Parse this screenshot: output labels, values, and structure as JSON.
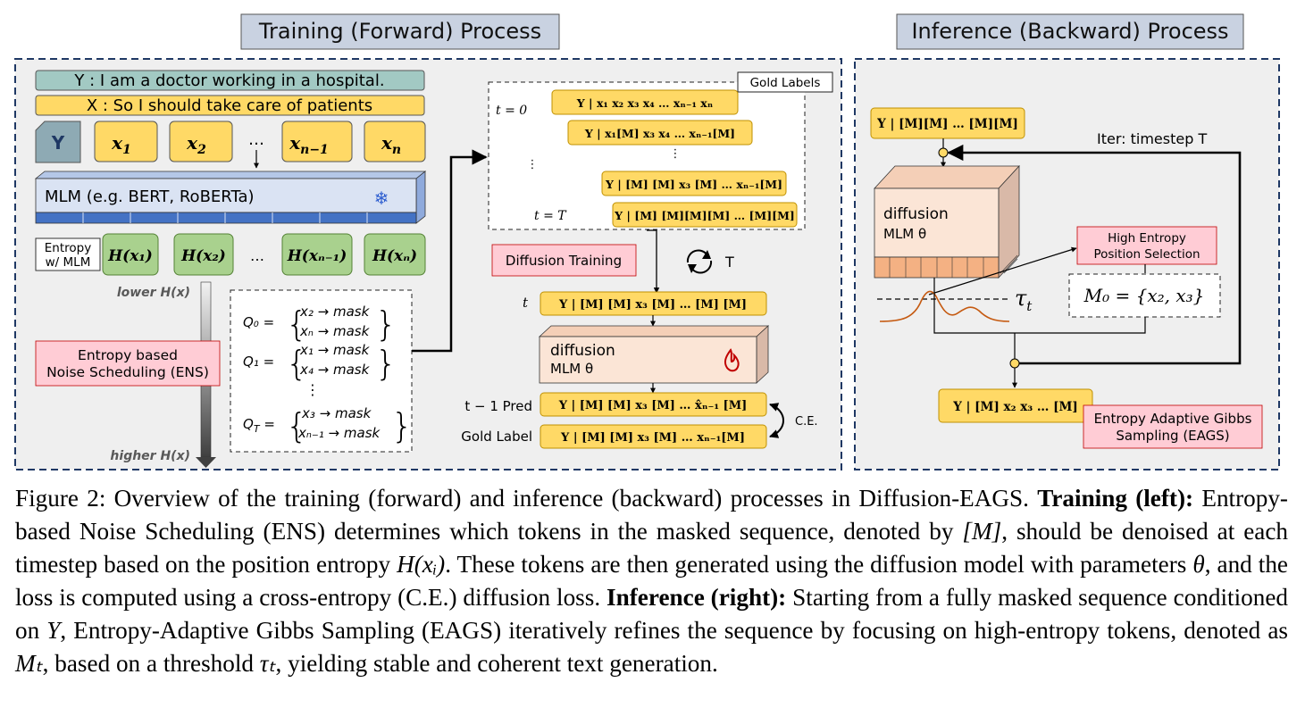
{
  "colors": {
    "panel_bg": "#efefef",
    "title_bg": "#c9d2e1",
    "yellow": "#ffd966",
    "yellow_stroke": "#bf9000",
    "teal": "#a2c9c3",
    "green": "#a9d18e",
    "green_stroke": "#548235",
    "pink": "#ffccd5",
    "pink_stroke": "#c00000",
    "mlm_blue": "#dae3f3",
    "mlm_dark": "#4472c4",
    "diffusion_peach": "#fbe5d6",
    "diffusion_side": "#d9b9a8",
    "curve": "#c55a11",
    "dark": "#1f3864"
  },
  "training": {
    "title": "Training (Forward) Process",
    "sentence_y": "Y : I am a doctor working in a hospital.",
    "sentence_x": "X : So I should take care of patients",
    "token_y": "Y",
    "tokens": [
      {
        "base": "x",
        "sub": "1"
      },
      {
        "base": "x",
        "sub": "2"
      },
      {
        "base": "x",
        "sub": "n−1"
      },
      {
        "base": "x",
        "sub": "n"
      }
    ],
    "dots": "…",
    "mlm_label": "MLM (e.g. BERT, RoBERTa)",
    "snowflake": "❄",
    "entropy_label_1": "Entropy",
    "entropy_label_2": "w/ MLM",
    "entropies": [
      "H(x₁)",
      "H(x₂)",
      "H(xₙ₋₁)",
      "H(xₙ)"
    ],
    "lower": "lower H(x)",
    "higher": "higher H(x)",
    "ens_1": "Entropy based",
    "ens_2": "Noise Scheduling (ENS)",
    "schedule": {
      "q0": "Q₀ =",
      "q0_a": "x₂  → mask",
      "q0_b": "xₙ  → mask",
      "q1": "Q₁ =",
      "q1_a": "x₁  → mask",
      "q1_b": "x₄  → mask",
      "vdots": "⋮",
      "qT": "Q",
      "qT_sub": "T",
      "qT_eq": " =",
      "qT_a": "x₃  → mask",
      "qT_b": "xₙ₋₁  → mask"
    },
    "gold_labels_title": "Gold Labels",
    "t0": "t = 0",
    "tT": "t = T",
    "vdots_small": "⋮",
    "gold_rows": [
      "Y | x₁ x₂ x₃ x₄  … xₙ₋₁ xₙ",
      "Y | x₁[M] x₃ x₄  … xₙ₋₁[M]",
      "Y | [M] [M] x₃ [M] … xₙ₋₁[M]",
      "Y | [M] [M][M][M] … [M][M]"
    ],
    "diffusion_training": "Diffusion Training",
    "loop_T": "T",
    "t_label": "t",
    "t_row": "Y | [M] [M] x₃ [M] … [M] [M]",
    "diffusion_1": "diffusion",
    "diffusion_2": "MLM θ",
    "fire": "🔥",
    "pred_label": "t − 1 Pred",
    "pred_row": "Y | [M] [M] x₃ [M] … x̂ₙ₋₁ [M]",
    "gold_label": "Gold Label",
    "gold_row": "Y | [M] [M] x₃ [M] …  xₙ₋₁[M]",
    "ce": "C.E."
  },
  "inference": {
    "title": "Inference (Backward) Process",
    "start_row": "Y | [M][M] … [M][M]",
    "iter": "Iter: timestep T",
    "diffusion_1": "diffusion",
    "diffusion_2": "MLM θ",
    "high_entropy_1": "High Entropy",
    "high_entropy_2": "Position Selection",
    "tau": "τ",
    "tau_sub": "t",
    "m0": "M₀ = {x₂, x₃}",
    "out_row": "Y | [M] x₂ x₃ …  [M]",
    "eags_1": "Entropy Adaptive Gibbs",
    "eags_2": "Sampling (EAGS)"
  },
  "caption": {
    "c1": "Figure 2: Overview of the training (forward) and inference (backward) processes in Diffusion-EAGS. ",
    "c1b": "Training (left):",
    "c2": " Entropy-based Noise Scheduling (ENS) determines which tokens in the masked sequence, denoted by ",
    "m_sym": "[M]",
    "c3": ", should be denoised at each timestep based on the position entropy ",
    "hx": "H(xᵢ)",
    "c4": ". These tokens are then generated using the diffusion model with parameters ",
    "theta": "θ",
    "c5": ", and the loss is computed using a cross-entropy (C.E.) diffusion loss. ",
    "c5b": "Inference (right):",
    "c6": " Starting from a fully masked sequence conditioned on ",
    "y_sym": "Y",
    "c7": ", Entropy-Adaptive Gibbs Sampling (EAGS) iteratively refines the sequence by focusing on high-entropy tokens, denoted as ",
    "mt": "Mₜ",
    "c8": ", based on a threshold ",
    "taut": "τₜ",
    "c9": ", yielding stable and coherent text generation."
  }
}
